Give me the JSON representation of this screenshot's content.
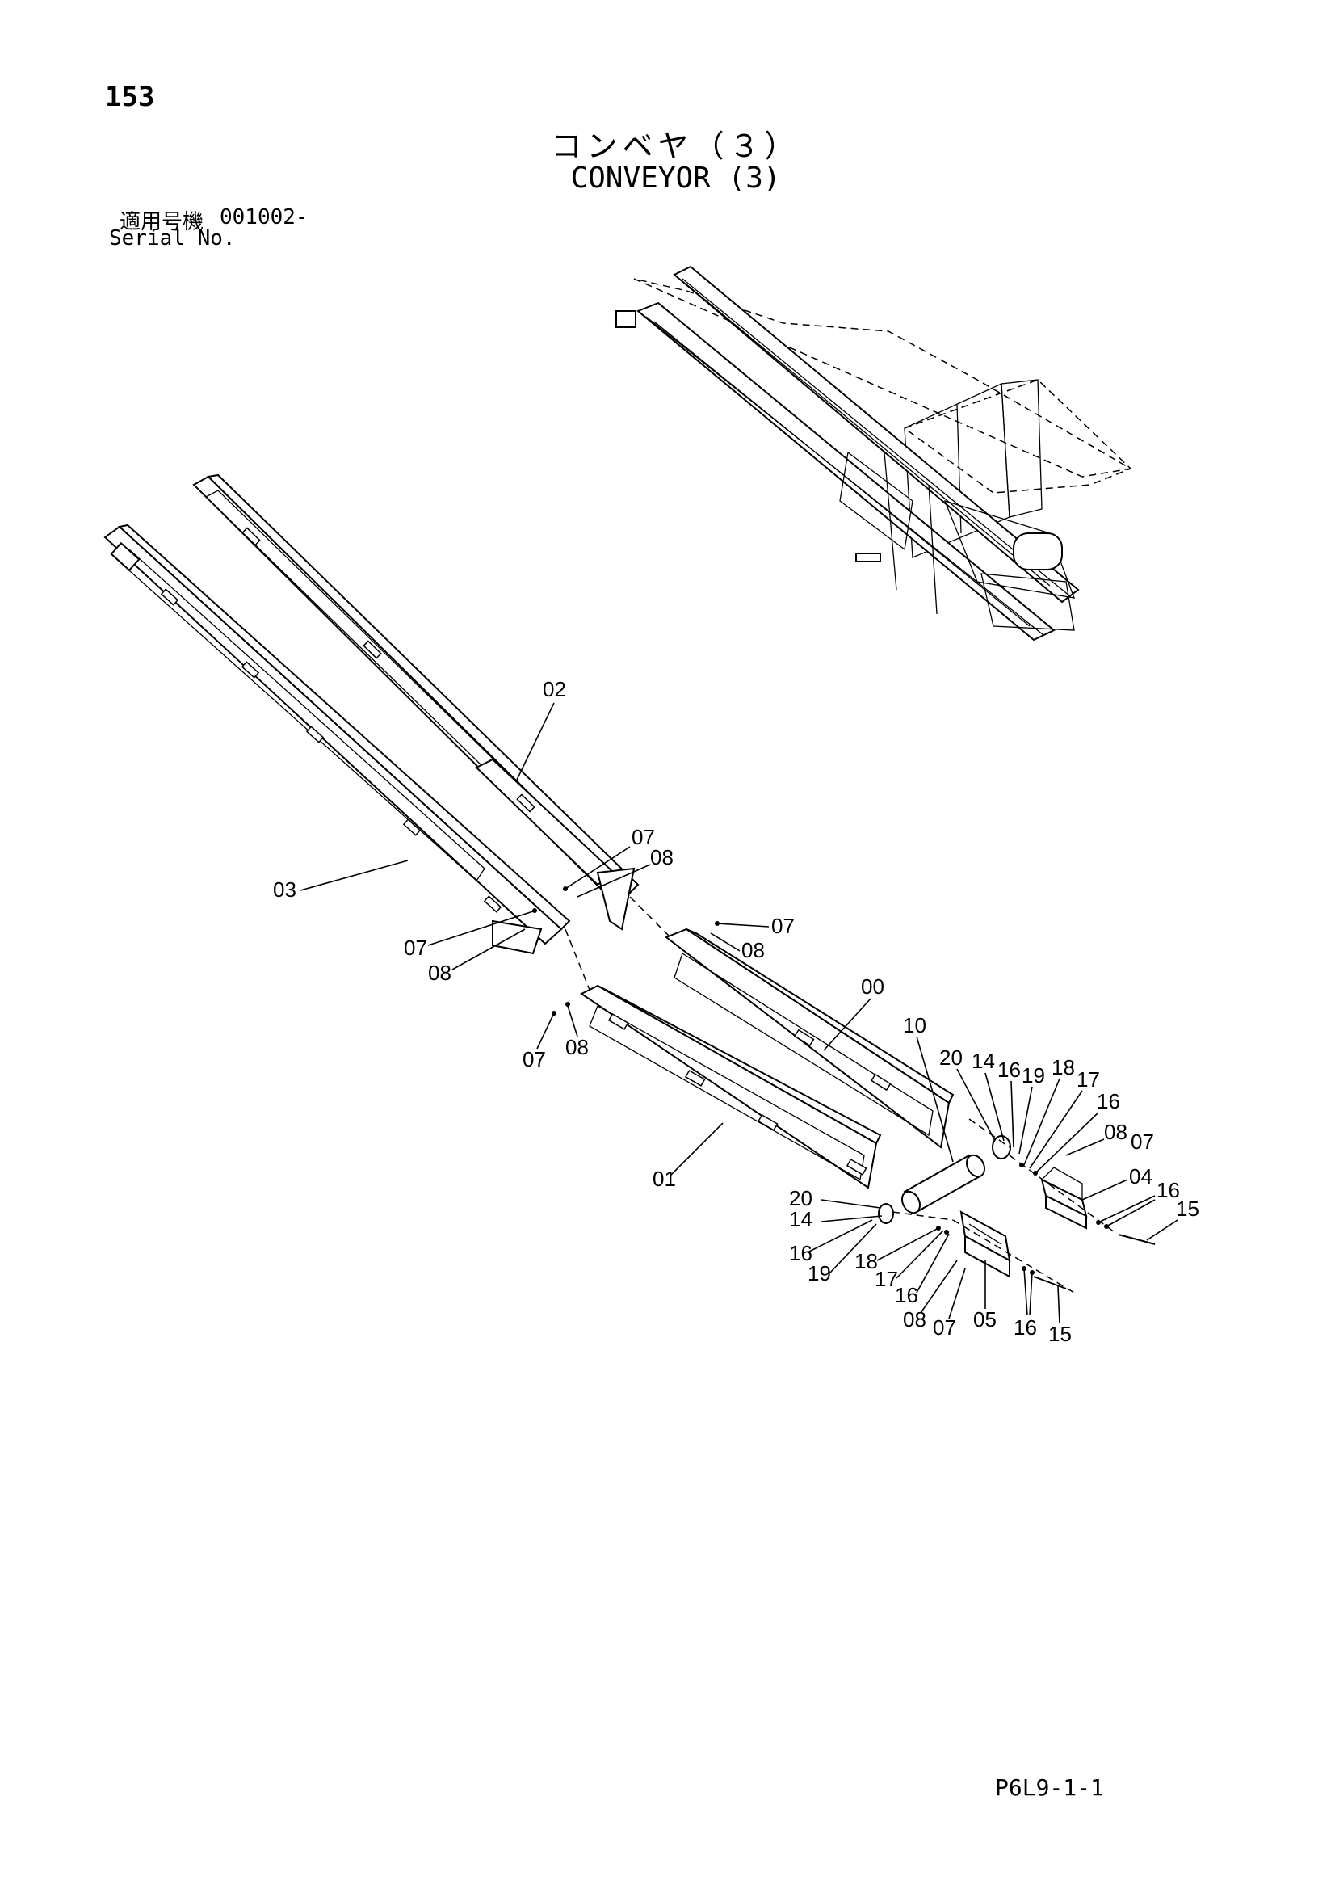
{
  "header": {
    "page_number": "153",
    "title_jp": "コンベヤ（３）",
    "title_en": "CONVEYOR (3)",
    "serial_label_jp": "適用号機",
    "serial_value": "001002-",
    "serial_label_en": "Serial No."
  },
  "footer": {
    "doc_code": "P6L9-1-1"
  },
  "callouts": [
    "02",
    "07",
    "08",
    "03",
    "07",
    "08",
    "07",
    "08",
    "00",
    "07",
    "08",
    "10",
    "20",
    "14",
    "16",
    "19",
    "18",
    "17",
    "16",
    "08",
    "07",
    "04",
    "16",
    "15",
    "01",
    "20",
    "14",
    "16",
    "19",
    "18",
    "17",
    "16",
    "08",
    "07",
    "05",
    "16",
    "15"
  ]
}
